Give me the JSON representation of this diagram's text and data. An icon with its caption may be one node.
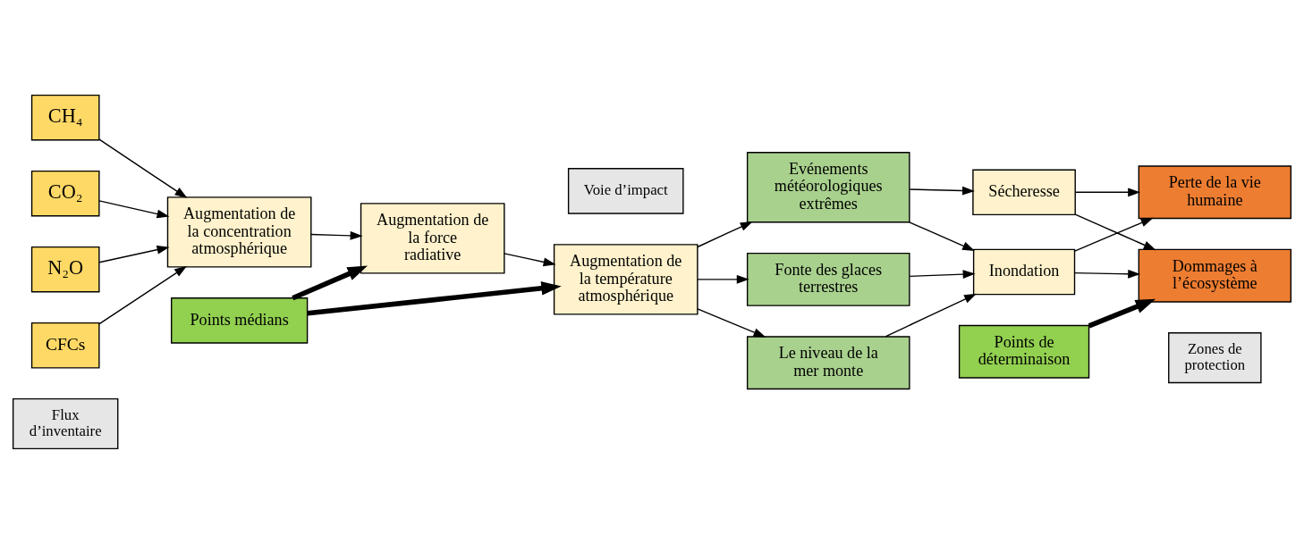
{
  "diagram": {
    "nodes": [
      {
        "text": [
          "Flux d’inventaire"
        ]
      },
      {
        "text": [
          "Zones de protection"
        ]
      },
      {
        "text": [
          "CH₄"
        ]
      },
      {
        "text": [
          "CO₂"
        ]
      },
      {
        "text": [
          "N₂O"
        ]
      },
      {
        "text": [
          "CFCs"
        ]
      },
      {
        "text": [
          "Augmentation de la concentration atmosphérique"
        ]
      },
      {
        "text": [
          "Augmentation de la force radiative"
        ]
      },
      {
        "text": [
          "Augmentation de la température atmosphérique"
        ]
      },
      {
        "text": [
          "Le niveau de la mer monte"
        ]
      },
      {
        "text": [
          "Fonte des glaces terrestres"
        ]
      },
      {
        "text": [
          "Evénements météorologiques extrêmes"
        ]
      },
      {
        "text": [
          "Inondation"
        ]
      },
      {
        "text": [
          "Sécheresse"
        ]
      },
      {
        "text": [
          "Perte de la vie humaine"
        ]
      },
      {
        "text": [
          "Dommages à l’écosystème"
        ]
      },
      {
        "text": [
          "Points médians"
        ]
      },
      {
        "text": [
          "Points de déterminaison"
        ]
      },
      {
        "text": [
          "Voie d’impact"
        ]
      }
    ],
    "edges": [
      {
        "from": 2,
        "to": 6,
        "arrow": "to"
      },
      {
        "from": 3,
        "to": 6,
        "arrow": "to"
      },
      {
        "from": 4,
        "to": 6,
        "arrow": "to"
      },
      {
        "from": 5,
        "to": 6,
        "arrow": "to"
      },
      {
        "from": 6,
        "to": 7,
        "arrow": "to"
      },
      {
        "from": 7,
        "to": 8,
        "arrow": "to"
      },
      {
        "from": 8,
        "to": 9,
        "arrow": "to"
      },
      {
        "from": 8,
        "to": 10,
        "arrow": "to"
      },
      {
        "from": 8,
        "to": 11,
        "arrow": "to"
      },
      {
        "from": 9,
        "to": 12,
        "arrow": "to"
      },
      {
        "from": 10,
        "to": 12,
        "arrow": "to"
      },
      {
        "from": 11,
        "to": 12,
        "arrow": "to"
      },
      {
        "from": 11,
        "to": 13,
        "arrow": "to"
      },
      {
        "from": 12,
        "to": 14,
        "arrow": "to"
      },
      {
        "from": 12,
        "to": 15,
        "arrow": "to"
      },
      {
        "from": 13,
        "to": 14,
        "arrow": "to"
      },
      {
        "from": 13,
        "to": 15,
        "arrow": "to"
      },
      {
        "from": 16,
        "to": 7,
        "arrow": "to",
        "style": "thick"
      },
      {
        "from": 16,
        "to": 8,
        "arrow": "to",
        "style": "thick"
      },
      {
        "from": 17,
        "to": 15,
        "arrow": "to",
        "style": "thick"
      }
    ]
  }
}
